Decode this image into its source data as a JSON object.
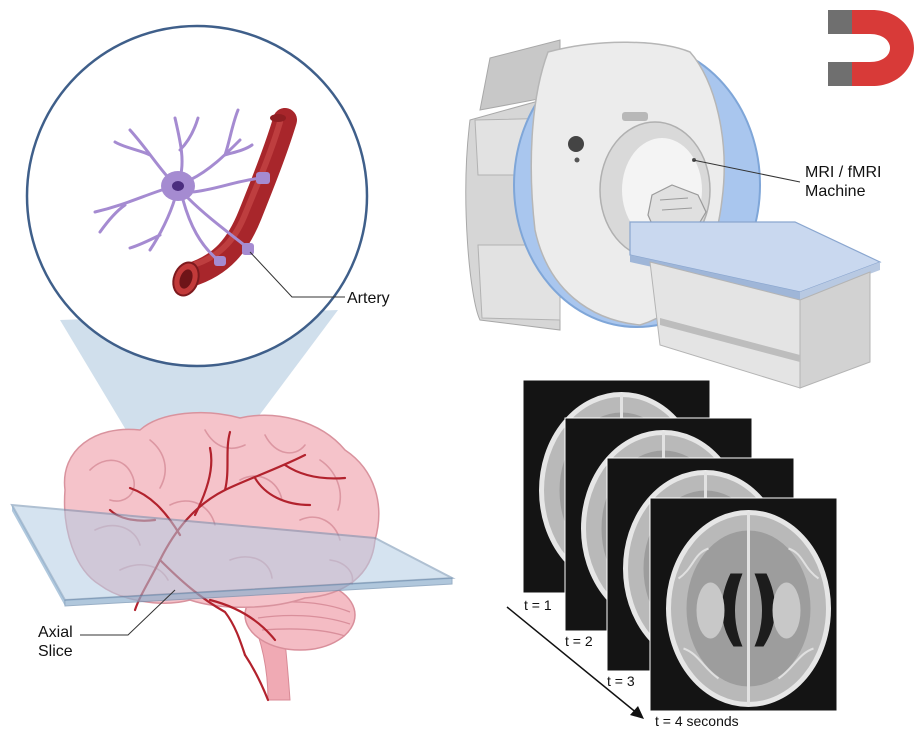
{
  "labels": {
    "artery": "Artery",
    "mri_line1": "MRI / fMRI",
    "mri_line2": "Machine",
    "axial_line1": "Axial",
    "axial_line2": "Slice"
  },
  "time_series": {
    "frames": [
      {
        "label": "t = 1"
      },
      {
        "label": "t = 2"
      },
      {
        "label": "t = 3"
      },
      {
        "label": "t = 4 seconds"
      }
    ]
  },
  "icons": {
    "magnet": "magnet-icon",
    "neuron": "neuron-icon",
    "artery": "artery-icon",
    "brain": "brain-icon",
    "mri": "mri-machine-icon"
  },
  "colors": {
    "artery_red": "#a8262b",
    "neuron_purple": "#a58bd1",
    "brain_pink": "#f2b8bf",
    "magnet_red": "#d83a38",
    "magnet_gray": "#6f6f6f",
    "mri_blue": "#a9c6ee",
    "scan_bg": "#141414"
  }
}
